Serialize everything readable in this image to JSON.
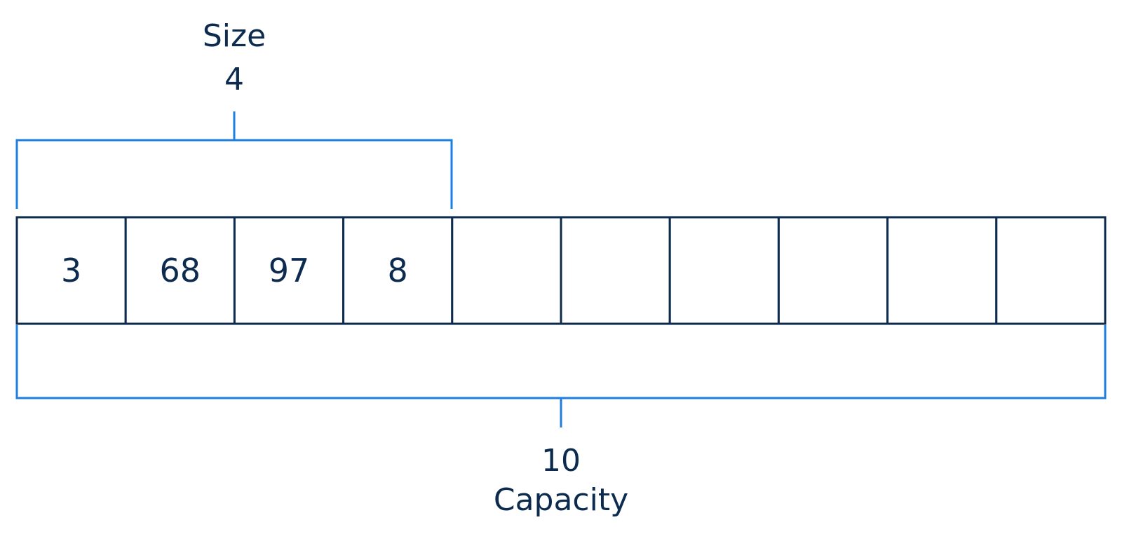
{
  "size_label": {
    "title": "Size",
    "value": "4"
  },
  "capacity_label": {
    "value": "10",
    "title": "Capacity"
  },
  "array": {
    "cells": [
      "3",
      "68",
      "97",
      "8",
      "",
      "",
      "",
      "",
      "",
      ""
    ]
  },
  "colors": {
    "cell_border": "#0d2b4e",
    "text": "#0d2b4e",
    "bracket": "#1a7fe0",
    "background": "#ffffff"
  }
}
